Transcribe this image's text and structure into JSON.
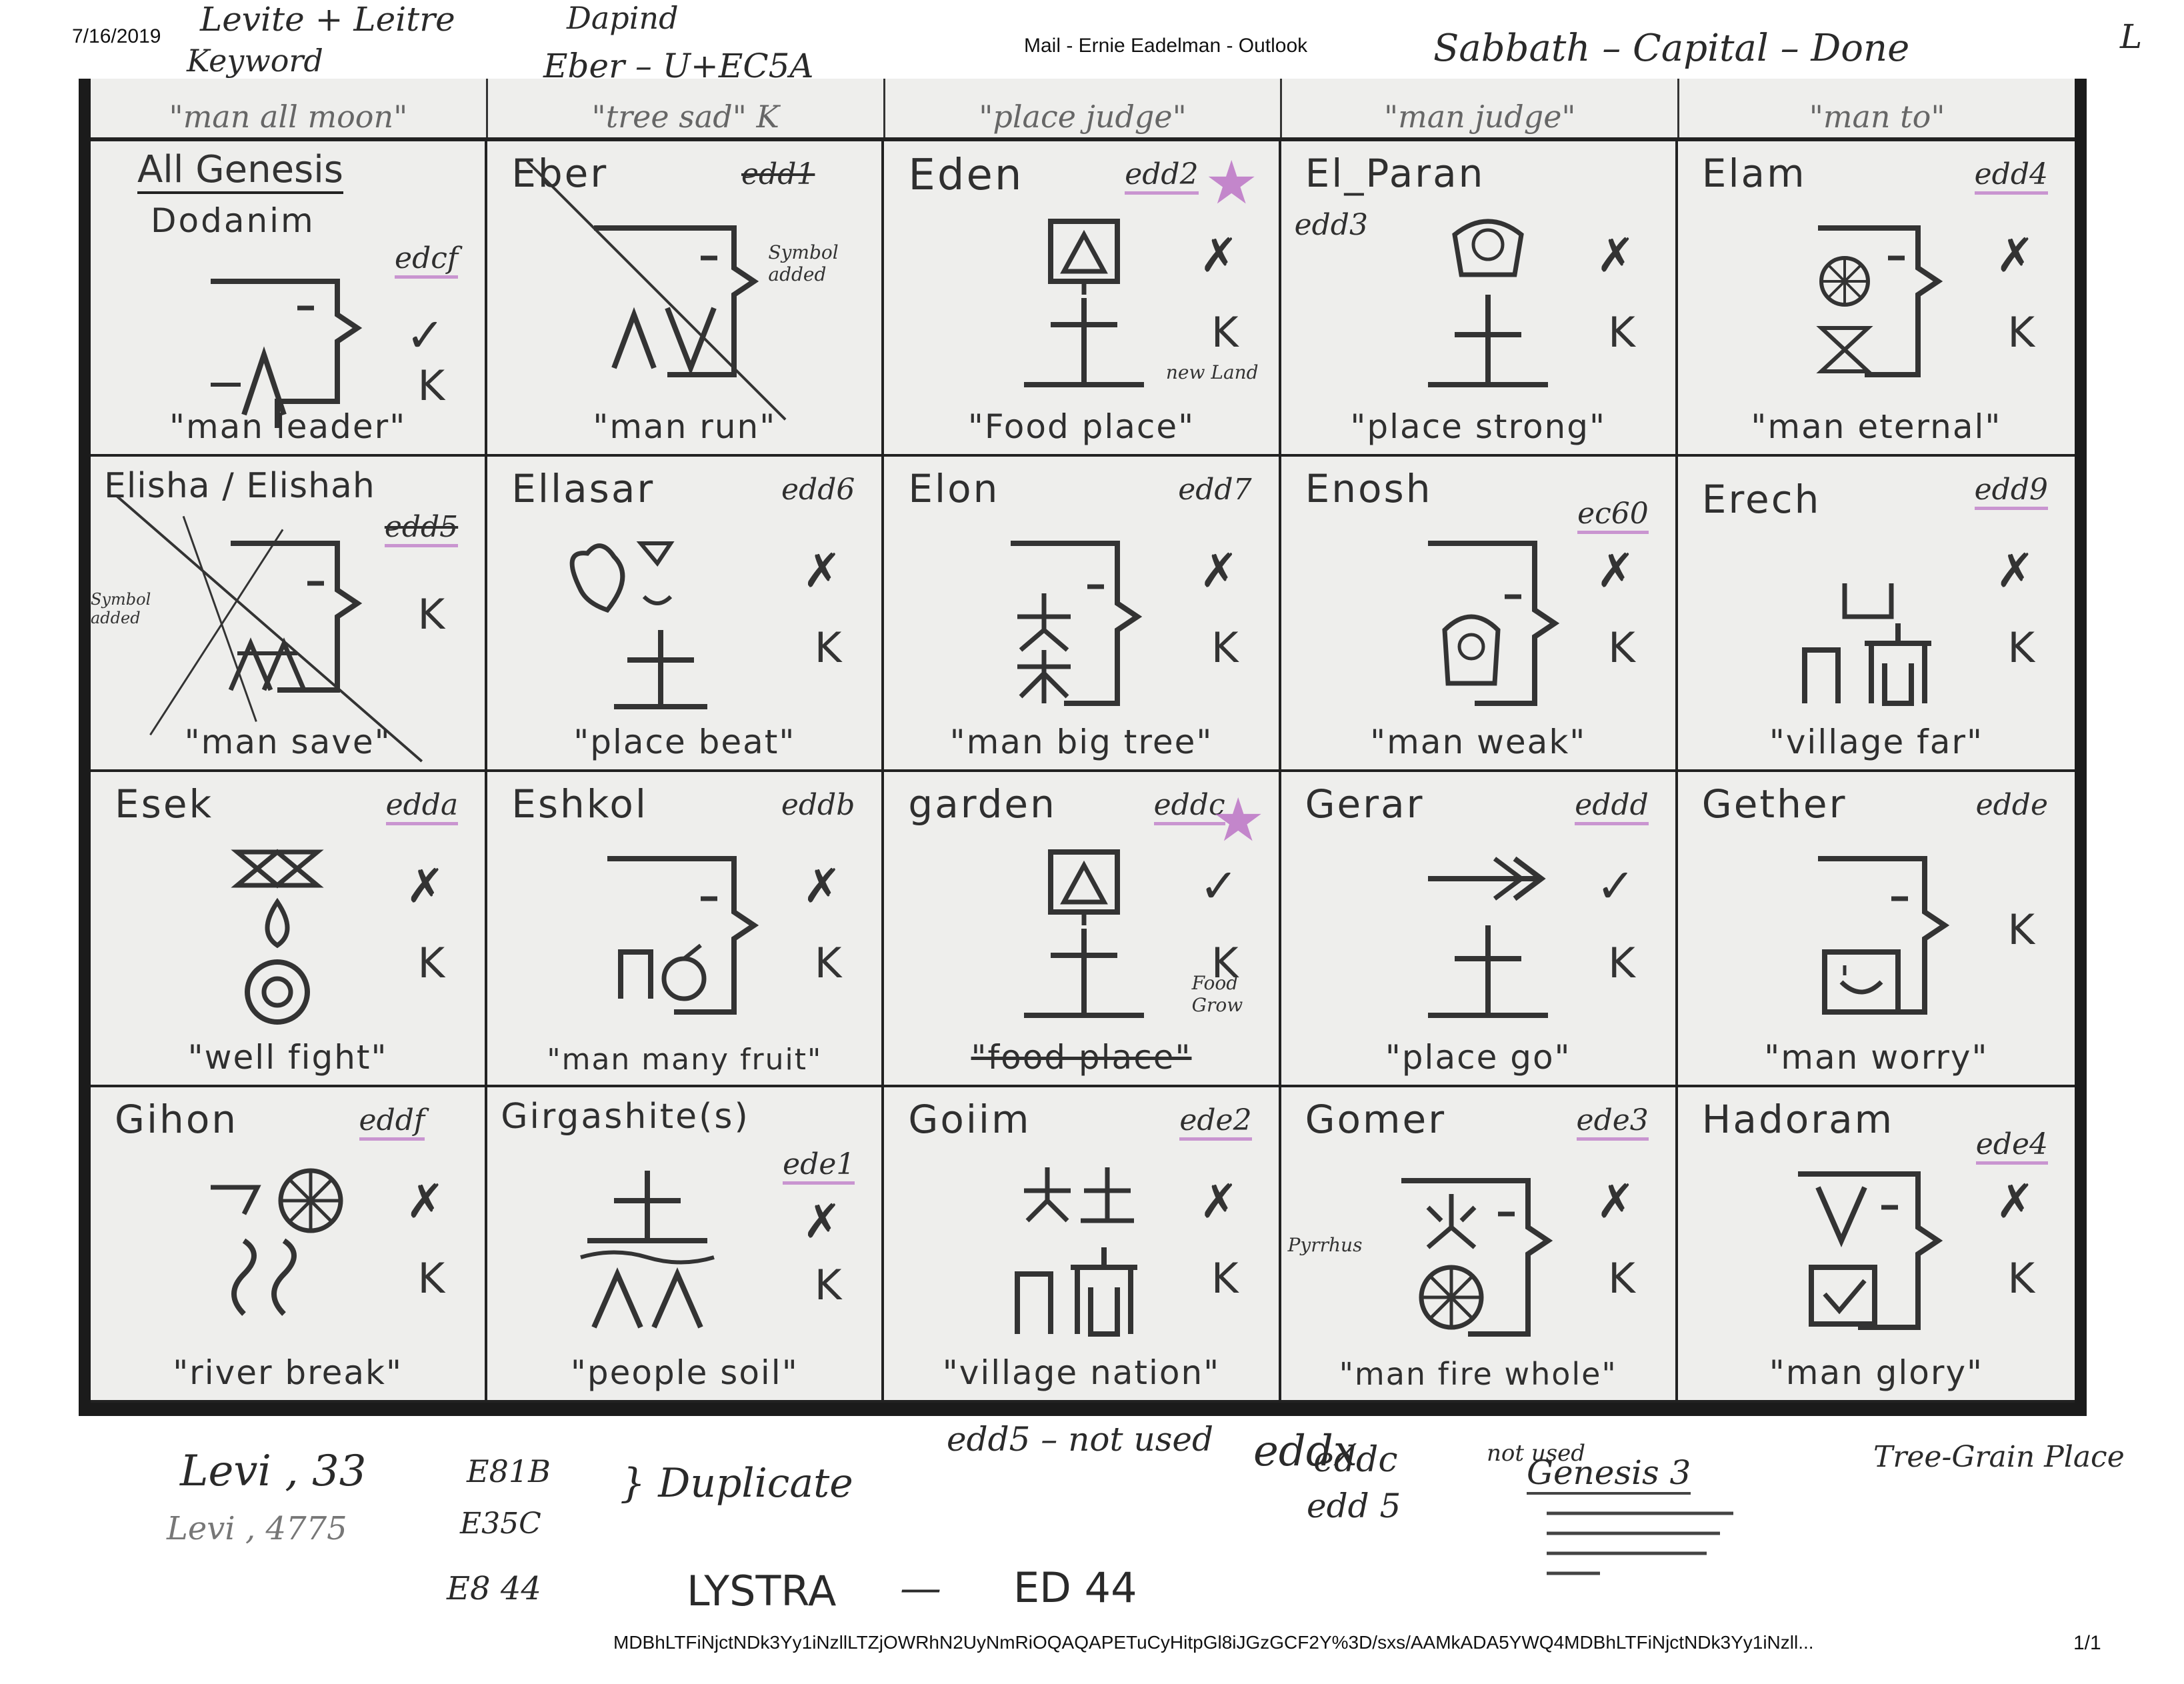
{
  "header": {
    "date": "7/16/2019",
    "window_title": "Mail - Ernie Eadelman - Outlook",
    "url": "MDBhLTFiNjctNDk3Yy1iNzllLTZjOWRhN2UyNmRiOQAQAPETuCyHitpGl8iJGzGCF2Y%3D/sxs/AAMkADA5YWQ4MDBhLTFiNjctNDk3Yy1iNzll...",
    "page": "1/1"
  },
  "annotations_top": {
    "left": "Levite + Leitre",
    "left2": "Keyword",
    "mid1": "Dapind",
    "mid2": "Eber – U+EC5A",
    "right": "Sabbath – Capital – Done",
    "corner": "L"
  },
  "top_strip": [
    "\"man all moon\"",
    "\"tree sad\" K",
    "\"place judge\"",
    "\"man judge\"",
    "\"man to\""
  ],
  "cells": [
    {
      "name": "Dodanim",
      "code": "edcf",
      "m1": "✓",
      "m2": "K",
      "meaning": "\"man leader\"",
      "note": "All Genesis"
    },
    {
      "name": "Eber",
      "code": "edd1",
      "m1": "",
      "m2": "",
      "meaning": "\"man run\"",
      "note": "Symbol added"
    },
    {
      "name": "Eden",
      "code": "edd2",
      "m1": "✗",
      "m2": "K",
      "meaning": "\"Food place\"",
      "note": "new Land"
    },
    {
      "name": "El_Paran",
      "code": "edd3",
      "m1": "✗",
      "m2": "K",
      "meaning": "\"place strong\"",
      "note": ""
    },
    {
      "name": "Elam",
      "code": "edd4",
      "m1": "✗",
      "m2": "K",
      "meaning": "\"man eternal\"",
      "note": ""
    },
    {
      "name": "Elisha / Elishah",
      "code": "edd5",
      "m1": "",
      "m2": "K",
      "meaning": "\"man save\"",
      "note": "Symbol added"
    },
    {
      "name": "Ellasar",
      "code": "edd6",
      "m1": "✗",
      "m2": "K",
      "meaning": "\"place beat\"",
      "note": ""
    },
    {
      "name": "Elon",
      "code": "edd7",
      "m1": "✗",
      "m2": "K",
      "meaning": "\"man big tree\"",
      "note": ""
    },
    {
      "name": "Enosh",
      "code": "ec60",
      "m1": "✗",
      "m2": "K",
      "meaning": "\"man weak\"",
      "note": ""
    },
    {
      "name": "Erech",
      "code": "edd9",
      "m1": "✗",
      "m2": "K",
      "meaning": "\"village far\"",
      "note": ""
    },
    {
      "name": "Esek",
      "code": "edda",
      "m1": "✗",
      "m2": "K",
      "meaning": "\"well fight\"",
      "note": ""
    },
    {
      "name": "Eshkol",
      "code": "eddb",
      "m1": "✗",
      "m2": "K",
      "meaning": "\"man many fruit\"",
      "note": ""
    },
    {
      "name": "garden",
      "code": "eddc",
      "m1": "✓",
      "m2": "K",
      "meaning": "\"food place\"",
      "note": "Food Grow"
    },
    {
      "name": "Gerar",
      "code": "eddd",
      "m1": "✓",
      "m2": "K",
      "meaning": "\"place go\"",
      "note": ""
    },
    {
      "name": "Gether",
      "code": "edde",
      "m1": "",
      "m2": "K",
      "meaning": "\"man worry\"",
      "note": ""
    },
    {
      "name": "Gihon",
      "code": "eddf",
      "m1": "✗",
      "m2": "K",
      "meaning": "\"river break\"",
      "note": ""
    },
    {
      "name": "Girgashite(s)",
      "code": "ede1",
      "m1": "✗",
      "m2": "K",
      "meaning": "\"people soil\"",
      "note": ""
    },
    {
      "name": "Goiim",
      "code": "ede2",
      "m1": "✗",
      "m2": "K",
      "meaning": "\"village nation\"",
      "note": ""
    },
    {
      "name": "Gomer",
      "code": "ede3",
      "m1": "✗",
      "m2": "K",
      "meaning": "\"man fire whole\"",
      "note": "Pyrrhus"
    },
    {
      "name": "Hadoram",
      "code": "ede4",
      "m1": "✗",
      "m2": "K",
      "meaning": "\"man glory\"",
      "note": ""
    }
  ],
  "footer_notes": {
    "levi1": "Levi , 33",
    "levi2": "Levi , 4775",
    "code1": "E81B",
    "code2": "E35C",
    "code3": "E8 44",
    "duplicate": "} Duplicate",
    "lystra": "LYSTRA",
    "dash": "—",
    "ed44": "ED 44",
    "edd5": "edd5 – not used",
    "eddx": "eddx",
    "eddc": "eddc",
    "edd5b": "edd 5",
    "not_used": "not used",
    "genesis": "Genesis 3",
    "tree": "Tree-Grain Place"
  }
}
